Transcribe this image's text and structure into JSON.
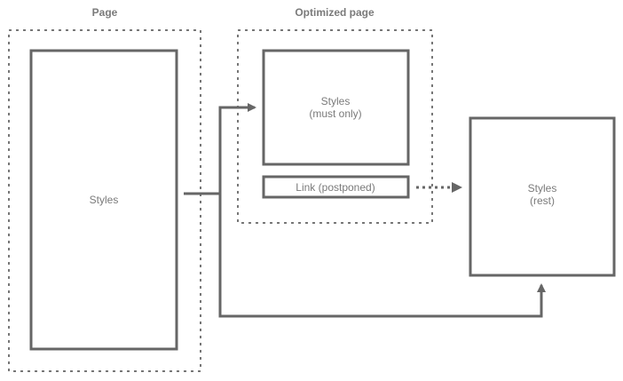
{
  "headers": {
    "page": "Page",
    "optimized_page": "Optimized page"
  },
  "boxes": {
    "styles": "Styles",
    "styles_must_only": [
      "Styles",
      "(must only)"
    ],
    "link_postponed": "Link (postponed)",
    "styles_rest": [
      "Styles",
      "(rest)"
    ]
  },
  "colors": {
    "line": "#666666",
    "text": "#7a7a7a",
    "dotted": "#777777"
  }
}
